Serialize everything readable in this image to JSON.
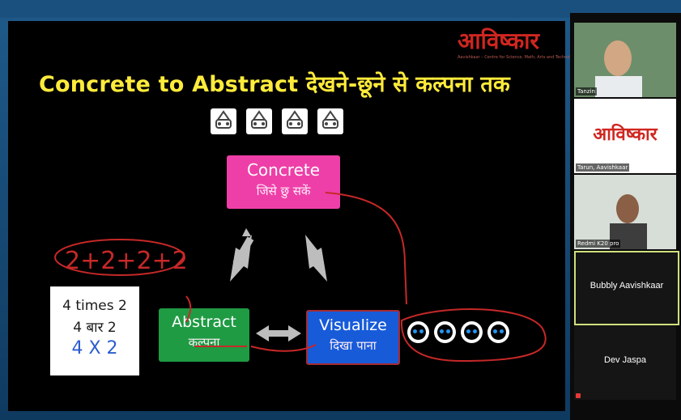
{
  "app": {
    "title": "Concrete to Abstract देखने-छूने से कल्पना तक"
  },
  "slide": {
    "logo_text": "आविष्कार",
    "logo_tagline": "Aavishkaar – Centre for Science, Math, Arts and Technology",
    "title": "Concrete to Abstract देखने-छूने से कल्पना तक",
    "concrete_label": "Concrete",
    "concrete_hindi": "जिसे छु सकें",
    "abstract_label": "Abstract",
    "abstract_hindi": "कल्पना",
    "visualize_label": "Visualize",
    "visualize_hindi": "दिखा पाना",
    "math_line1": "4 times 2",
    "math_line2": "4 बार 2",
    "math_line3": "4 X 2",
    "annotation_sum": "2+2+2+2"
  },
  "participants": [
    {
      "name": "Tanzin",
      "type": "video"
    },
    {
      "name": "Tarun, Aavishkaar",
      "type": "logo",
      "logo_text": "आविष्कार"
    },
    {
      "name": "Redmi K20 pro",
      "type": "video"
    },
    {
      "name": "Bubbly Aavishkaar",
      "type": "name",
      "active": true
    },
    {
      "name": "Dev Jaspa",
      "type": "name"
    }
  ],
  "colors": {
    "concrete": "#ee3fa8",
    "abstract": "#1f9b43",
    "visualize": "#175bd9",
    "title": "#ffeb3b",
    "annotation": "#c62828",
    "logo": "#d02620"
  },
  "icons": {
    "slide_icon": "bead-bag-icon",
    "visual_dot": "dot-pair-icon"
  }
}
